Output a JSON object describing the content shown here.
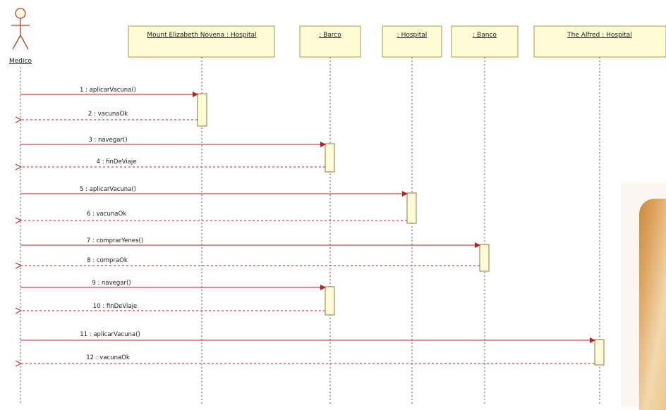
{
  "actor": {
    "name": "Medico",
    "icon": "actor-stick-figure-icon"
  },
  "participants": [
    {
      "label": "Mount Elizabeth Novena : Hospital"
    },
    {
      "label": ": Barco"
    },
    {
      "label": ": Hospital"
    },
    {
      "label": ": Banco"
    },
    {
      "label": "The Alfred : Hospital"
    }
  ],
  "messages": [
    {
      "label": "1 : aplicarVacuna()",
      "kind": "call",
      "to": 0
    },
    {
      "label": "2 : vacunaOk",
      "kind": "return",
      "from": 0
    },
    {
      "label": "3 : navegar()",
      "kind": "call",
      "to": 1
    },
    {
      "label": "4 : finDeViaje",
      "kind": "return",
      "from": 1
    },
    {
      "label": "5 : aplicarVacuna()",
      "kind": "call",
      "to": 2
    },
    {
      "label": "6 : vacunaOk",
      "kind": "return",
      "from": 2
    },
    {
      "label": "7 : comprarYenes()",
      "kind": "call",
      "to": 3
    },
    {
      "label": "8 : compraOk",
      "kind": "return",
      "from": 3
    },
    {
      "label": "9 : navegar()",
      "kind": "call",
      "to": 1
    },
    {
      "label": "10 : finDeViaje",
      "kind": "return",
      "from": 1
    },
    {
      "label": "11 : aplicarVacuna()",
      "kind": "call",
      "to": 4
    },
    {
      "label": "12 : vacunaOk",
      "kind": "return",
      "from": 4
    }
  ],
  "colors": {
    "message": "#b52020",
    "box_fill": "#fefbd5",
    "box_stroke": "#a89850"
  }
}
